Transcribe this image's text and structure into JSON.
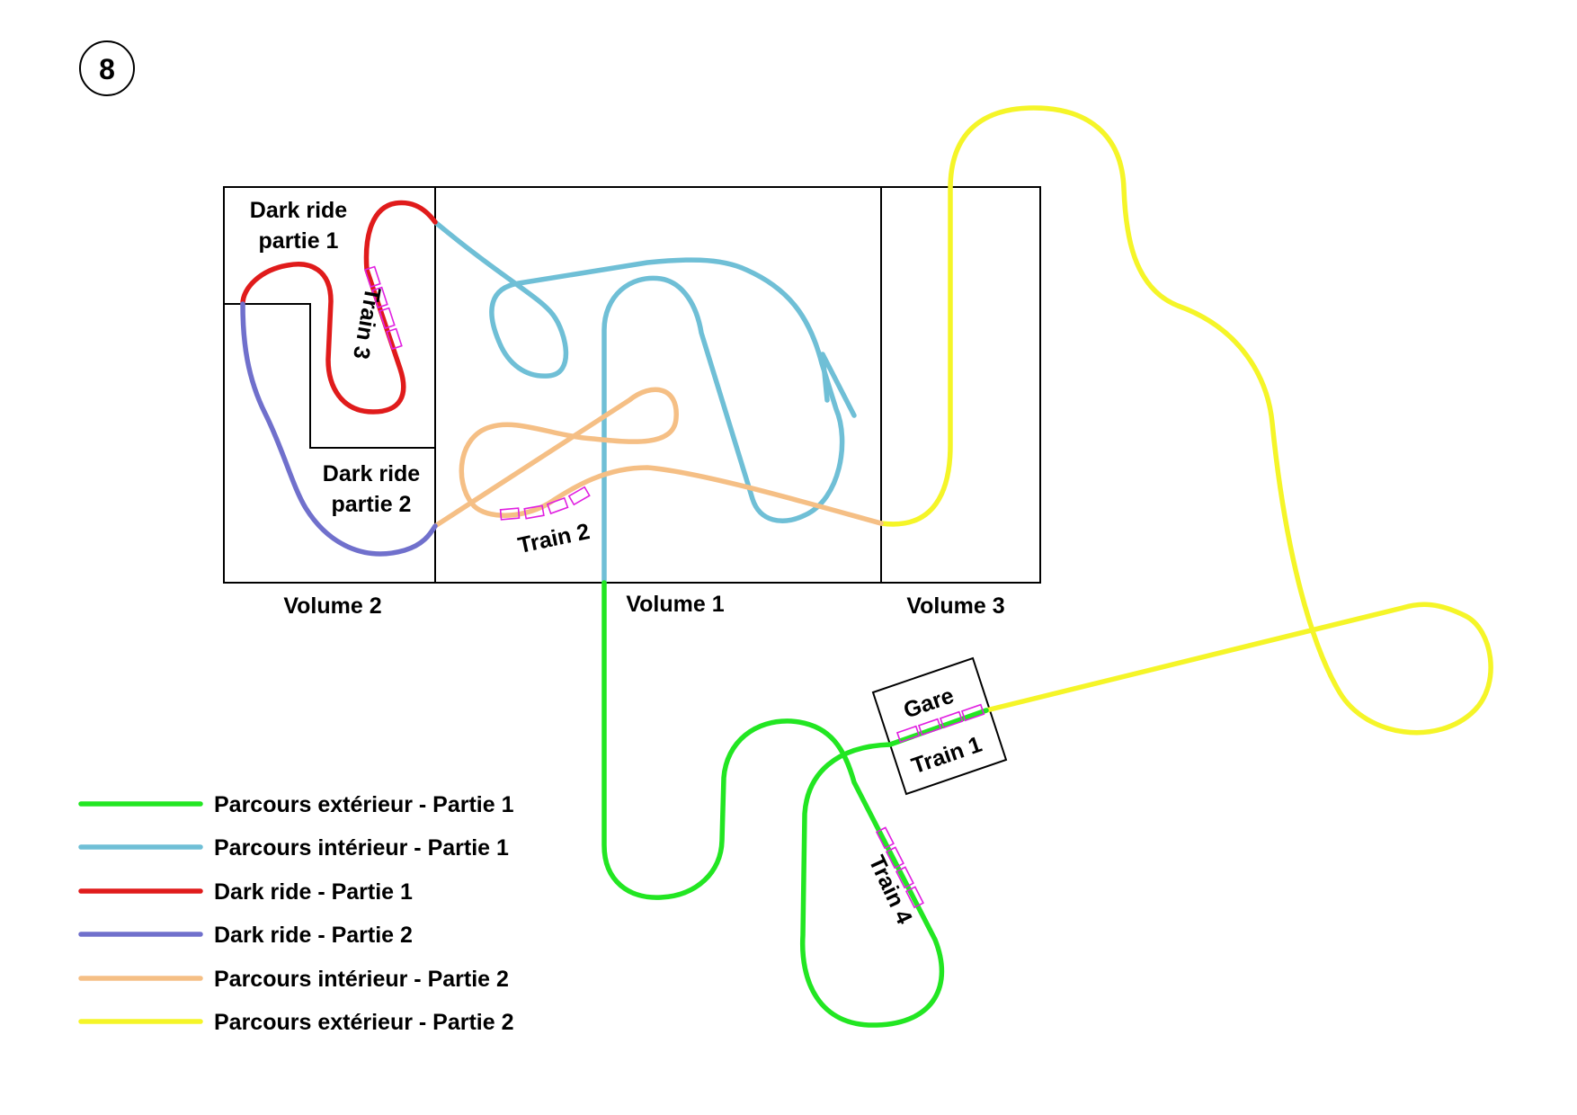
{
  "figure_number": "8",
  "colors": {
    "parcours_exterieur_1": "#22e622",
    "parcours_interieur_1": "#6fbfd6",
    "dark_ride_1": "#e01b1b",
    "dark_ride_2": "#7070cc",
    "parcours_interieur_2": "#f5bf85",
    "parcours_exterieur_2": "#f5f528",
    "train_cars": "#e020e0"
  },
  "zones": {
    "volume_2": "Volume 2",
    "volume_1": "Volume 1",
    "volume_3": "Volume 3",
    "dark_ride_1_line1": "Dark ride",
    "dark_ride_1_line2": "partie 1",
    "dark_ride_2_line1": "Dark ride",
    "dark_ride_2_line2": "partie 2",
    "gare": "Gare"
  },
  "trains": {
    "train_1": "Train 1",
    "train_2": "Train 2",
    "train_3": "Train 3",
    "train_4": "Train 4"
  },
  "legend": [
    {
      "label": "Parcours extérieur - Partie 1",
      "color": "#22e622"
    },
    {
      "label": "Parcours intérieur - Partie 1",
      "color": "#6fbfd6"
    },
    {
      "label": "Dark ride - Partie 1",
      "color": "#e01b1b"
    },
    {
      "label": "Dark ride - Partie 2",
      "color": "#7070cc"
    },
    {
      "label": "Parcours intérieur - Partie 2",
      "color": "#f5bf85"
    },
    {
      "label": "Parcours extérieur - Partie 2",
      "color": "#f5f528"
    }
  ]
}
